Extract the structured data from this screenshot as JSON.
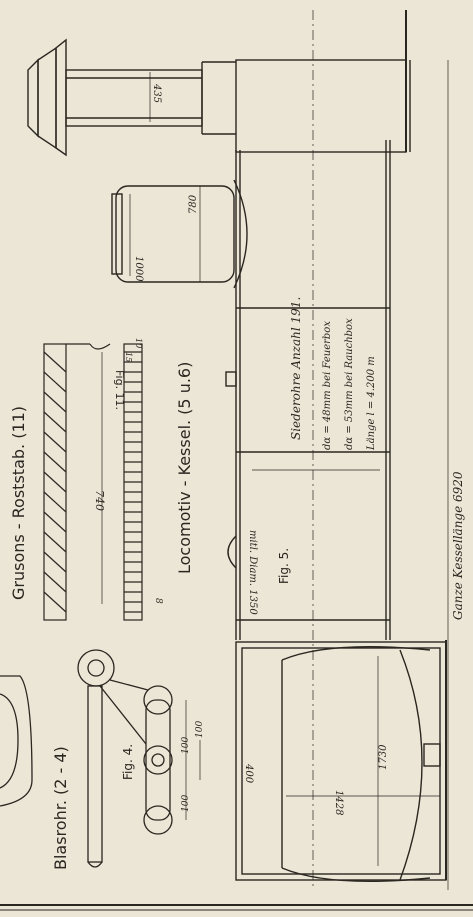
{
  "labels": {
    "grusons_title": "Grusons - Roststab. (11)",
    "fig11": "Fig. 11.",
    "dim_740": "740",
    "dim_8": "8",
    "dim_10": "10",
    "dim_15": "15",
    "locomotiv_title": "Locomotiv - Kessel. (5 u.6)",
    "blasrohr_title": "Blasrohr. (2 - 4)",
    "fig4": "Fig. 4.",
    "dim_100_a": "100",
    "dim_100_b": "100",
    "dim_100_c": "100",
    "dim_435": "435",
    "dim_780": "780",
    "dim_1000": "1000",
    "siederohre": "Siederohre Anzahl 191.",
    "da_feuerbox": "dα = 48mm bei Feuerbox",
    "da_rauchbox": "dα = 53mm bei Rauchbox",
    "laenge": "Länge l = 4.200 m",
    "mitl_diam": "mitl. Diam. 1350",
    "fig5": "Fig. 5.",
    "dim_400": "400",
    "dim_1730": "1730",
    "dim_1428": "1428",
    "ganze_kessellaenge": "Ganze Kessellänge 6920"
  }
}
